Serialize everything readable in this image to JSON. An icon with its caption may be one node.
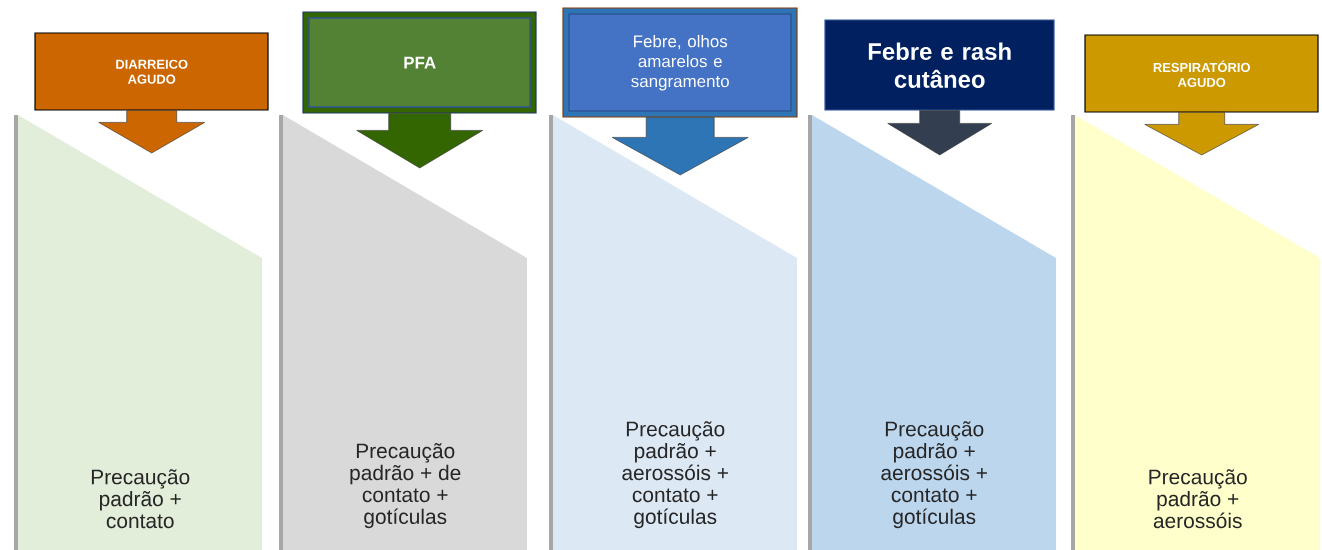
{
  "diagram": {
    "nodes": [
      {
        "text": [
          "DIARREICO AGUDO"
        ]
      },
      {
        "text": [
          "Precaução padrão + contato"
        ]
      },
      {
        "text": [
          "PFA"
        ]
      },
      {
        "text": [
          "Precaução padrão + de contato + gotículas"
        ]
      },
      {
        "text": [
          "Febre, olhos amarelos e sangramento"
        ]
      },
      {
        "text": [
          "Precaução padrão + aerossóis + contato + gotículas"
        ]
      },
      {
        "text": [
          "Febre e rash cutâneo"
        ]
      },
      {
        "text": [
          "Precaução padrão + aerossóis + contato + gotículas"
        ]
      },
      {
        "text": [
          "RESPIRATÓRIO AGUDO"
        ]
      },
      {
        "text": [
          "Precaução padrão + aerossóis"
        ]
      }
    ],
    "edges": [
      {
        "from": 0,
        "to": 1,
        "arrow": "to",
        "color": "#cc6600"
      },
      {
        "from": 2,
        "to": 3,
        "arrow": "to",
        "color": "#336600"
      },
      {
        "from": 4,
        "to": 5,
        "arrow": "to",
        "color": "#2e75b6"
      },
      {
        "from": 6,
        "to": 7,
        "arrow": "to",
        "color": "#333f50"
      },
      {
        "from": 8,
        "to": 9,
        "arrow": "to",
        "color": "#cc9900"
      }
    ]
  }
}
